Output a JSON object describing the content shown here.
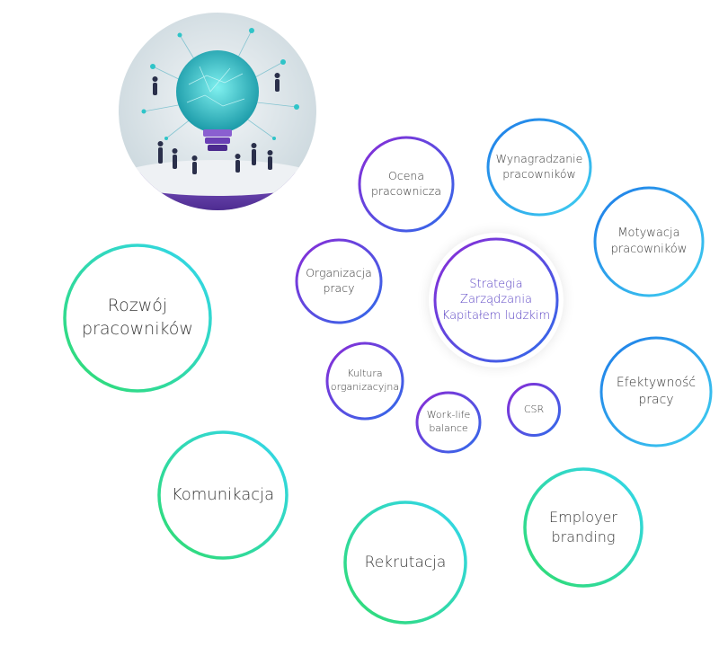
{
  "diagram": {
    "center": {
      "line1": "Strategia",
      "line2": "Zarządzania",
      "line3": "Kapitałem ludzkim"
    },
    "nodes": {
      "ocena": {
        "line1": "Ocena",
        "line2": "pracownicza"
      },
      "wynagradzanie": {
        "line1": "Wynagradzanie",
        "line2": "pracowników"
      },
      "motywacja": {
        "line1": "Motywacja",
        "line2": "pracowników"
      },
      "organizacja": {
        "line1": "Organizacja",
        "line2": "pracy"
      },
      "kultura": {
        "line1": "Kultura",
        "line2": "organizacyjna"
      },
      "worklife": {
        "line1": "Work-life",
        "line2": "balance"
      },
      "csr": {
        "line1": "CSR"
      },
      "efektywnosc": {
        "line1": "Efektywność",
        "line2": "pracy"
      },
      "rozwoj": {
        "line1": "Rozwój",
        "line2": "pracowników"
      },
      "komunikacja": {
        "line1": "Komunikacja"
      },
      "rekrutacja": {
        "line1": "Rekrutacja"
      },
      "employer": {
        "line1": "Employer",
        "line2": "branding"
      }
    }
  },
  "colors": {
    "purple_to_blue": [
      "#8a2bd6",
      "#2f6bea"
    ],
    "blue_to_cyan": [
      "#1e7be8",
      "#3fd0f0"
    ],
    "cyan_to_green": [
      "#33d6f0",
      "#2fdc6e"
    ],
    "illustration_bulb": "#2fc4c8",
    "illustration_base": "#6a3fb5"
  },
  "illustration": {
    "description_icon": "lightbulb-network-illustration"
  }
}
